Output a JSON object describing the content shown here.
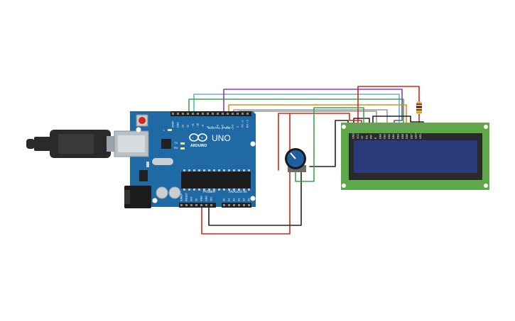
{
  "canvas": {
    "background": "#ffffff"
  },
  "arduino": {
    "brand": "ARDUINO",
    "model": "UNO",
    "board_color": "#1f6aa5",
    "digital_header_label": "DIGITAL (PWM~)",
    "power_header_label": "POWER",
    "analog_header_label": "ANALOG IN",
    "tx_label": "TX",
    "rx_label": "RX",
    "l_label": "L",
    "digital_pins": [
      "AREF",
      "GND",
      "13",
      "12",
      "~11",
      "~10",
      "~9",
      "8",
      "7",
      "~6",
      "~5",
      "4",
      "~3",
      "2",
      "TX→1",
      "RX←0"
    ],
    "power_pins": [
      "IOREF",
      "RESET",
      "3V3",
      "5V",
      "GND",
      "GND",
      "VIN"
    ],
    "analog_pins": [
      "A0",
      "A1",
      "A2",
      "A3",
      "A4",
      "A5"
    ]
  },
  "lcd": {
    "pcb_color": "#5fa84a",
    "screen_color": "#2b3a7a",
    "pins": [
      "GND",
      "VCC",
      "V0",
      "RS",
      "RW",
      "E",
      "DB0",
      "DB1",
      "DB2",
      "DB3",
      "DB4",
      "DB5",
      "DB6",
      "DB7",
      "LED+",
      "LED-"
    ]
  },
  "potentiometer": {
    "knob_color": "#1f5fa0"
  },
  "resistor": {
    "body_color": "#d9b27c"
  },
  "usb_cable": {
    "color": "#2a2a2a"
  },
  "wire_colors": {
    "red": "#d0281e",
    "black": "#222222",
    "green": "#3aa64a",
    "cyan": "#5ab9c9",
    "purple": "#8a3fb3",
    "orange": "#e08a1e",
    "grey": "#9a9a9a"
  }
}
